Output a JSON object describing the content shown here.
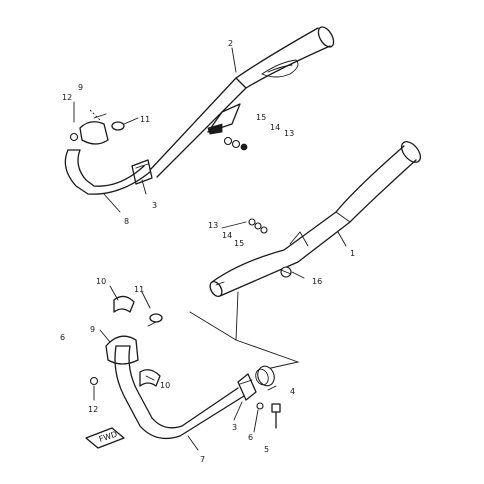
{
  "callouts": {
    "c1": "1",
    "c2": "2",
    "c3a": "3",
    "c3b": "3",
    "c4": "4",
    "c5": "5",
    "c6a": "6",
    "c6b": "6",
    "c7": "7",
    "c8": "8",
    "c9a": "9",
    "c9b": "9",
    "c10a": "10",
    "c10b": "10",
    "c11a": "11",
    "c11b": "11",
    "c12a": "12",
    "c12b": "12",
    "c13a": "13",
    "c13b": "13",
    "c14a": "14",
    "c14b": "14",
    "c15a": "15",
    "c15b": "15",
    "c16": "16"
  },
  "badge": "FWD"
}
